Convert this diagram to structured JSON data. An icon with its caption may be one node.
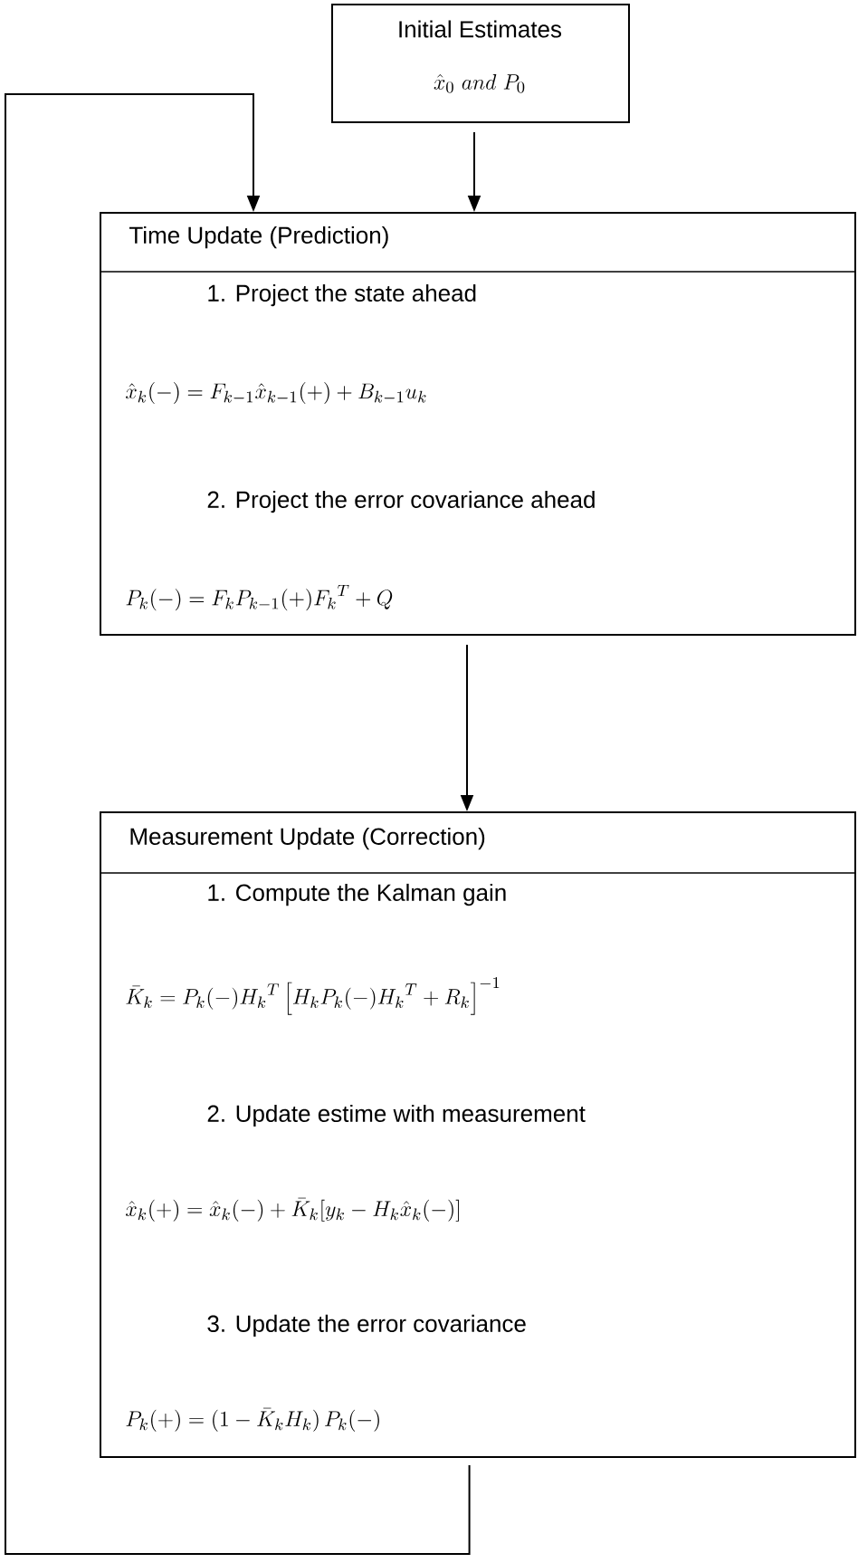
{
  "diagram": {
    "nodes": [
      {
        "text": [
          "Initial Estimates",
          "\\hat{x}_0\\ and\\ P_0"
        ]
      },
      {
        "text": [
          "Time Update (Prediction)",
          "1. Project the state ahead",
          "\\hat{x}_k(-) = F_{k-1}\\hat{x}_{k-1}(+) + B_{k-1}u_k",
          "2. Project the error covariance ahead",
          "P_k(-) = F_k P_{k-1}(+){F_k}^T + Q"
        ]
      },
      {
        "text": [
          "Measurement Update (Correction)",
          "1. Compute the Kalman gain",
          "\\bar{K}_k = P_k(-){H_k}^T\\left[H_k P_k(-){H_k}^T + R_k\\right]^{-1}",
          "2. Update estime with measurement",
          "\\hat{x}_k(+) = \\hat{x}_k(-) + \\bar{K}_k[y_k - H_k\\hat{x}_k(-)]",
          "3. Update the error covariance",
          "P_k(+) = (1 - \\bar{K}_k H_k)\\,P_k(-)"
        ]
      }
    ],
    "edges": [
      {
        "from": 0,
        "to": 1,
        "arrow": "to"
      },
      {
        "from": 1,
        "to": 2,
        "arrow": "to"
      },
      {
        "from": 2,
        "to": 1,
        "arrow": "to"
      }
    ]
  }
}
